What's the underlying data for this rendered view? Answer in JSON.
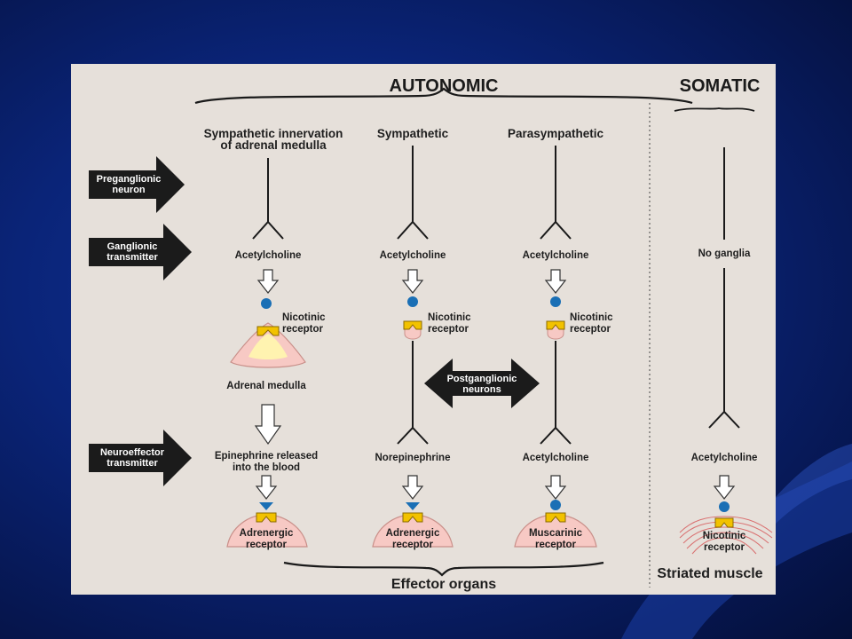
{
  "headings": {
    "autonomic": "AUTONOMIC",
    "somatic": "SOMATIC",
    "effector_organs": "Effector organs",
    "striated_muscle": "Striated muscle"
  },
  "columns": {
    "adrenal": {
      "title": "Sympathetic innervation\nof adrenal medulla",
      "ganglionic_transmitter": "Acetylcholine",
      "receptor_1": "Nicotinic\nreceptor",
      "organ": "Adrenal medulla",
      "effector_transmitter": "Epinephrine released\ninto the blood",
      "receptor_2": "Adrenergic\nreceptor"
    },
    "sympathetic": {
      "title": "Sympathetic",
      "ganglionic_transmitter": "Acetylcholine",
      "receptor_1": "Nicotinic\nreceptor",
      "effector_transmitter": "Norepinephrine",
      "receptor_2": "Adrenergic\nreceptor"
    },
    "parasympathetic": {
      "title": "Parasympathetic",
      "ganglionic_transmitter": "Acetylcholine",
      "receptor_1": "Nicotinic\nreceptor",
      "effector_transmitter": "Acetylcholine",
      "receptor_2": "Muscarinic\nreceptor"
    },
    "somatic": {
      "ganglia": "No ganglia",
      "effector_transmitter": "Acetylcholine",
      "receptor": "Nicotinic\nreceptor"
    }
  },
  "side_arrows": {
    "preganglionic": "Preganglionic\nneuron",
    "ganglionic": "Ganglionic\ntransmitter",
    "neuroeffector": "Neuroeffector\ntransmitter"
  },
  "postganglionic": "Postganglionic\nneurons",
  "colors": {
    "panel": "#e6e0da",
    "line": "#1a1a1a",
    "receptor_yellow": "#f2c200",
    "ligand_blue": "#1a6fb5",
    "pink": "#f7c9c4",
    "adrenal_inner": "#fff3b0",
    "black_arrow": "#1b1b1b"
  }
}
